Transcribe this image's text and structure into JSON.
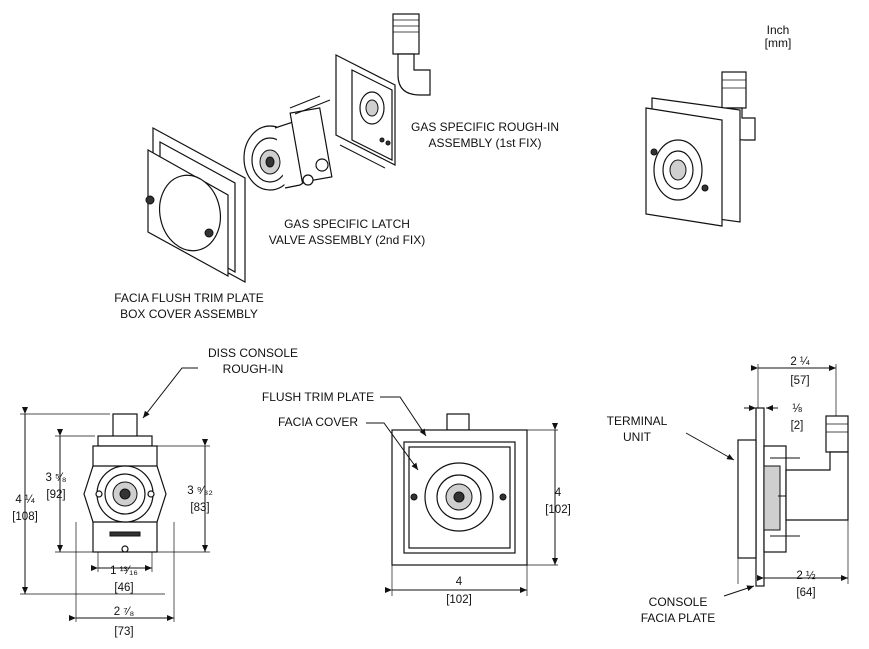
{
  "units": {
    "line1": "Inch",
    "line2": "[mm]"
  },
  "exploded_labels": {
    "rough_in_1": "GAS SPECIFIC ROUGH-IN",
    "rough_in_2": "ASSEMBLY (1st FIX)",
    "latch_1": "GAS SPECIFIC LATCH",
    "latch_2": "VALVE ASSEMBLY (2nd FIX)",
    "facia_1": "FACIA FLUSH TRIM PLATE",
    "facia_2": "BOX COVER ASSEMBLY"
  },
  "left_view": {
    "callout_1": "DISS CONSOLE",
    "callout_2": "ROUGH-IN",
    "height_total": "4 ¼",
    "height_total_mm": "[108]",
    "height_mid": "3 ⁵⁄₈",
    "height_mid_mm": "[92]",
    "height_inner": "3 ⁹⁄₃₂",
    "height_inner_mm": "[83]",
    "width_inner": "1 ¹³⁄₁₆",
    "width_inner_mm": "[46]",
    "width_total": "2 ⁷⁄₈",
    "width_total_mm": "[73]"
  },
  "center_view": {
    "callout_trim": "FLUSH TRIM PLATE",
    "callout_cover": "FACIA COVER",
    "height": "4",
    "height_mm": "[102]",
    "width": "4",
    "width_mm": "[102]"
  },
  "right_view": {
    "callout_terminal_1": "TERMINAL",
    "callout_terminal_2": "UNIT",
    "callout_console_1": "CONSOLE",
    "callout_console_2": "FACIA PLATE",
    "depth_total": "2 ¼",
    "depth_total_mm": "[57]",
    "plate_thk": "⅛",
    "plate_thk_mm": "[2]",
    "depth_back": "2 ½",
    "depth_back_mm": "[64]"
  }
}
